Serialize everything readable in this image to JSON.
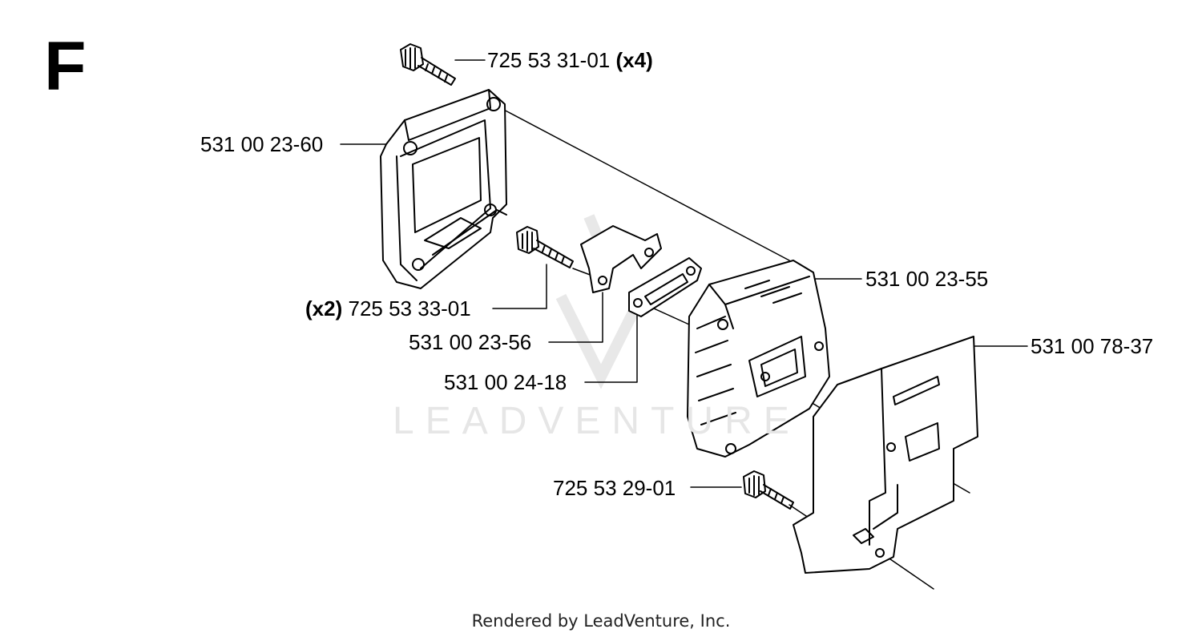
{
  "section": "F",
  "watermark": "LEADVENTURE",
  "footer": "Rendered by LeadVenture, Inc.",
  "parts": [
    {
      "id": "screw-top",
      "number": "725 53 31-01",
      "qty": "(x4)"
    },
    {
      "id": "muffler-cover",
      "number": "531 00 23-60"
    },
    {
      "id": "muffler-body",
      "number": "531 00 23-55"
    },
    {
      "id": "screw-mid",
      "number": "725 53 33-01",
      "qty": "(x2)"
    },
    {
      "id": "bracket",
      "number": "531 00 23-56"
    },
    {
      "id": "gasket",
      "number": "531 00 24-18"
    },
    {
      "id": "heat-shield",
      "number": "531 00 78-37"
    },
    {
      "id": "screw-bottom",
      "number": "725 53 29-01"
    }
  ]
}
